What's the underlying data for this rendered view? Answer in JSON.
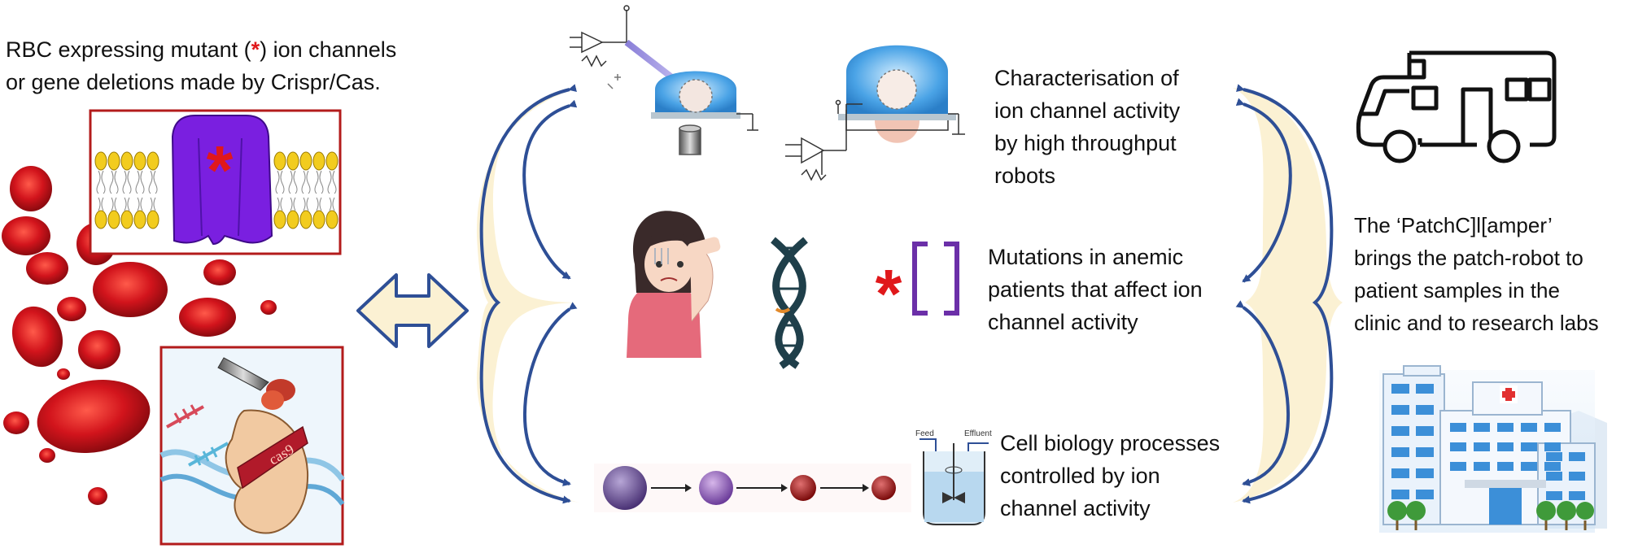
{
  "left_caption": {
    "line1_before": "RBC expressing mutant (",
    "star": "*",
    "line1_after": ") ion channels",
    "line2": "or gene deletions made by Crispr/Cas."
  },
  "cas9_label": "cas9",
  "items": [
    {
      "lines": [
        "Characterisation of",
        "ion channel activity",
        "by high throughput",
        "robots"
      ]
    },
    {
      "lines": [
        "Mutations in anemic",
        "patients that affect ion",
        "channel activity"
      ]
    },
    {
      "lines": [
        "Cell biology processes",
        "controlled by ion",
        "channel activity"
      ]
    }
  ],
  "mutation_star": "*",
  "bioreactor_labels": {
    "feed": "Feed",
    "effluent": "Effluent"
  },
  "right_caption": {
    "lines": [
      "The ‘PatchC]l[amper’",
      "brings  the patch-robot to",
      "patient samples in the",
      "clinic and to research labs"
    ]
  },
  "colors": {
    "arrow_blue": "#2e4f96",
    "cream": "#fbf1d3",
    "rbc_red": "#c8101a",
    "channel_purple": "#7a1fe0",
    "lipid_yellow": "#f2cc1e",
    "frame_red": "#b31b1b",
    "mutation_star_red": "#e0181b"
  }
}
